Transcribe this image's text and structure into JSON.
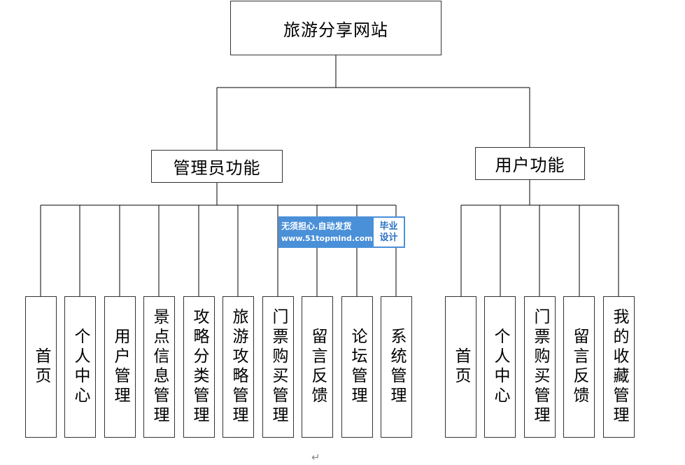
{
  "root": {
    "label": "旅游分享网站"
  },
  "groups": [
    {
      "label": "管理员功能",
      "leaves": [
        "首页",
        "个人中心",
        "用户管理",
        "景点信息管理",
        "攻略分类管理",
        "旅游攻略管理",
        "门票购买管理",
        "留言反馈",
        "论坛管理",
        "系统管理"
      ]
    },
    {
      "label": "用户功能",
      "leaves": [
        "首页",
        "个人中心",
        "门票购买管理",
        "留言反馈",
        "我的收藏管理"
      ]
    }
  ],
  "watermark": {
    "slogan": "无须担心.自动发货",
    "url": "www.51topmind.com",
    "badge_line1": "毕业",
    "badge_line2": "设计"
  },
  "return_mark": "↵",
  "colors": {
    "line": "#000000",
    "border": "#333333",
    "watermark_blue": "#4a90d9"
  }
}
